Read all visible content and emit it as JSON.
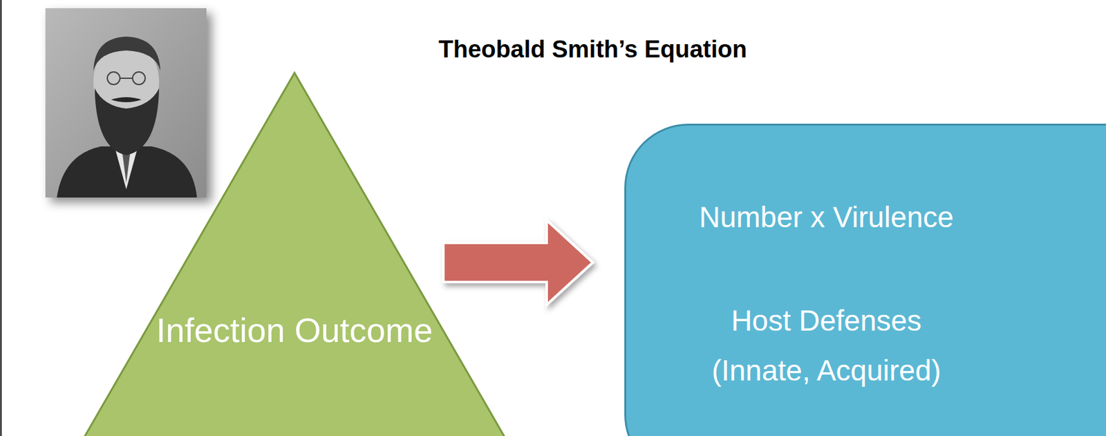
{
  "diagram": {
    "title": "Theobald Smith’s Equation",
    "nodes": [
      {
        "text": [
          "Infection Outcome"
        ]
      },
      {
        "text": [
          "Number x Virulence",
          "Host Defenses (Innate, Acquired)"
        ]
      }
    ],
    "edges": [
      {
        "from": 0,
        "to": 1,
        "arrow": "to"
      }
    ]
  }
}
